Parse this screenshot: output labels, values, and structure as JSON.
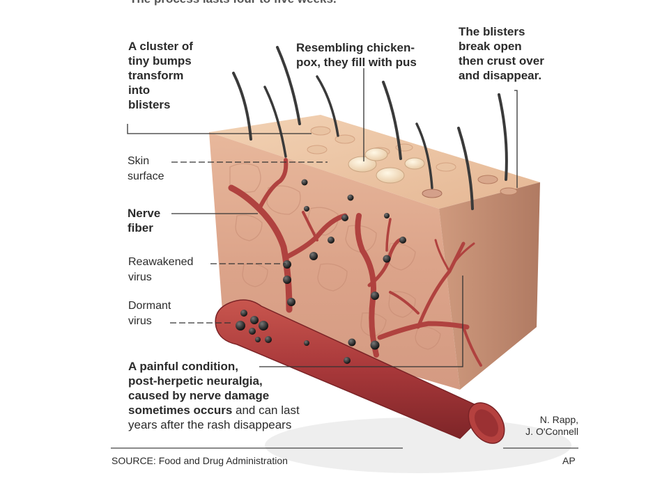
{
  "diagram": {
    "top_caption_cut": "The process lasts four to five weeks.",
    "label_cluster": "A cluster of\ntiny bumps\ntransform\ninto\nblisters",
    "label_chickenpox": "Resembling chicken-\npox, they fill with pus",
    "label_blisters_break": "The blisters\nbreak open\nthen crust over\nand disappear.",
    "label_skin_surface": "Skin\nsurface",
    "label_nerve_fiber": "Nerve\nfiber",
    "label_reawakened": "Reawakened\nvirus",
    "label_dormant": "Dormant\nvirus",
    "label_painful_bold": "A painful condition,\npost-herpetic neuralgia,\ncaused by nerve damage\nsometimes occurs",
    "label_painful_rest": " and can last\nyears after the rash disappears",
    "credit_artists": "N. Rapp,\nJ. O'Connell",
    "source_prefix": "SOURCE:",
    "source_text": "Food and Drug Administration",
    "agency": "AP"
  }
}
